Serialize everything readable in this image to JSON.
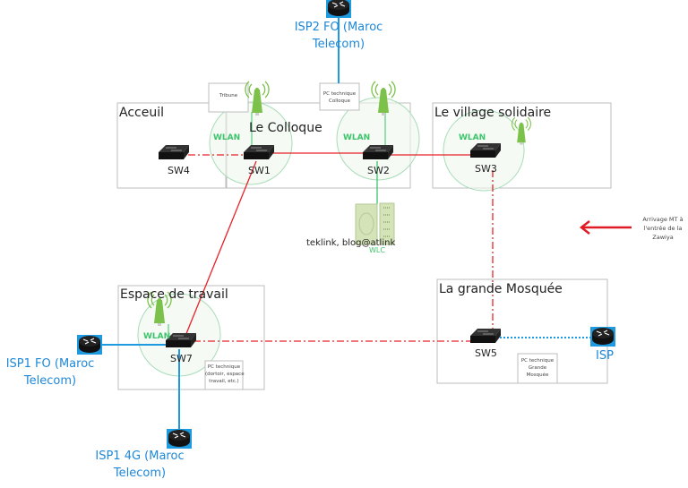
{
  "isp2": {
    "label_line1": "ISP2 FO (Maroc",
    "label_line2": "Telecom)"
  },
  "isp1_fo": {
    "label_line1": "ISP1 FO (Maroc",
    "label_line2": "Telecom)"
  },
  "isp1_4g": {
    "label_line1": "ISP1 4G (Maroc",
    "label_line2": "Telecom)"
  },
  "isp": {
    "label": "ISP"
  },
  "zones": {
    "acceuil": "Acceuil",
    "colloque": "Le Colloque",
    "village": "Le village solidaire",
    "espace": "Espace de travail",
    "mosquee": "La grande Mosquée"
  },
  "switches": {
    "sw1": "SW1",
    "sw2": "SW2",
    "sw3": "SW3",
    "sw4": "SW4",
    "sw5": "SW5",
    "sw7": "SW7"
  },
  "wlan_label": "WLAN",
  "boxes": {
    "tribune": "Tribune",
    "pc_colloque_1": "PC technique",
    "pc_colloque_2": "Colloque",
    "pc_espace_1": "PC technique",
    "pc_espace_2": "(dortoir, espace",
    "pc_espace_3": "travail, etc.)",
    "pc_mosquee_1": "PC technique",
    "pc_mosquee_2": "Grande",
    "pc_mosquee_3": "Mosquée"
  },
  "wlc": {
    "caption": "teklink, blog@atlink",
    "label": "WLC"
  },
  "arrival_note": {
    "line1": "Arrivage MT à",
    "line2": "l'entrée de la",
    "line3": "Zawiya"
  },
  "colors": {
    "fiber": "#1e9be0",
    "lan": "#e8222a",
    "wifi": "#3cc46a",
    "box": "#bdbdbd"
  }
}
